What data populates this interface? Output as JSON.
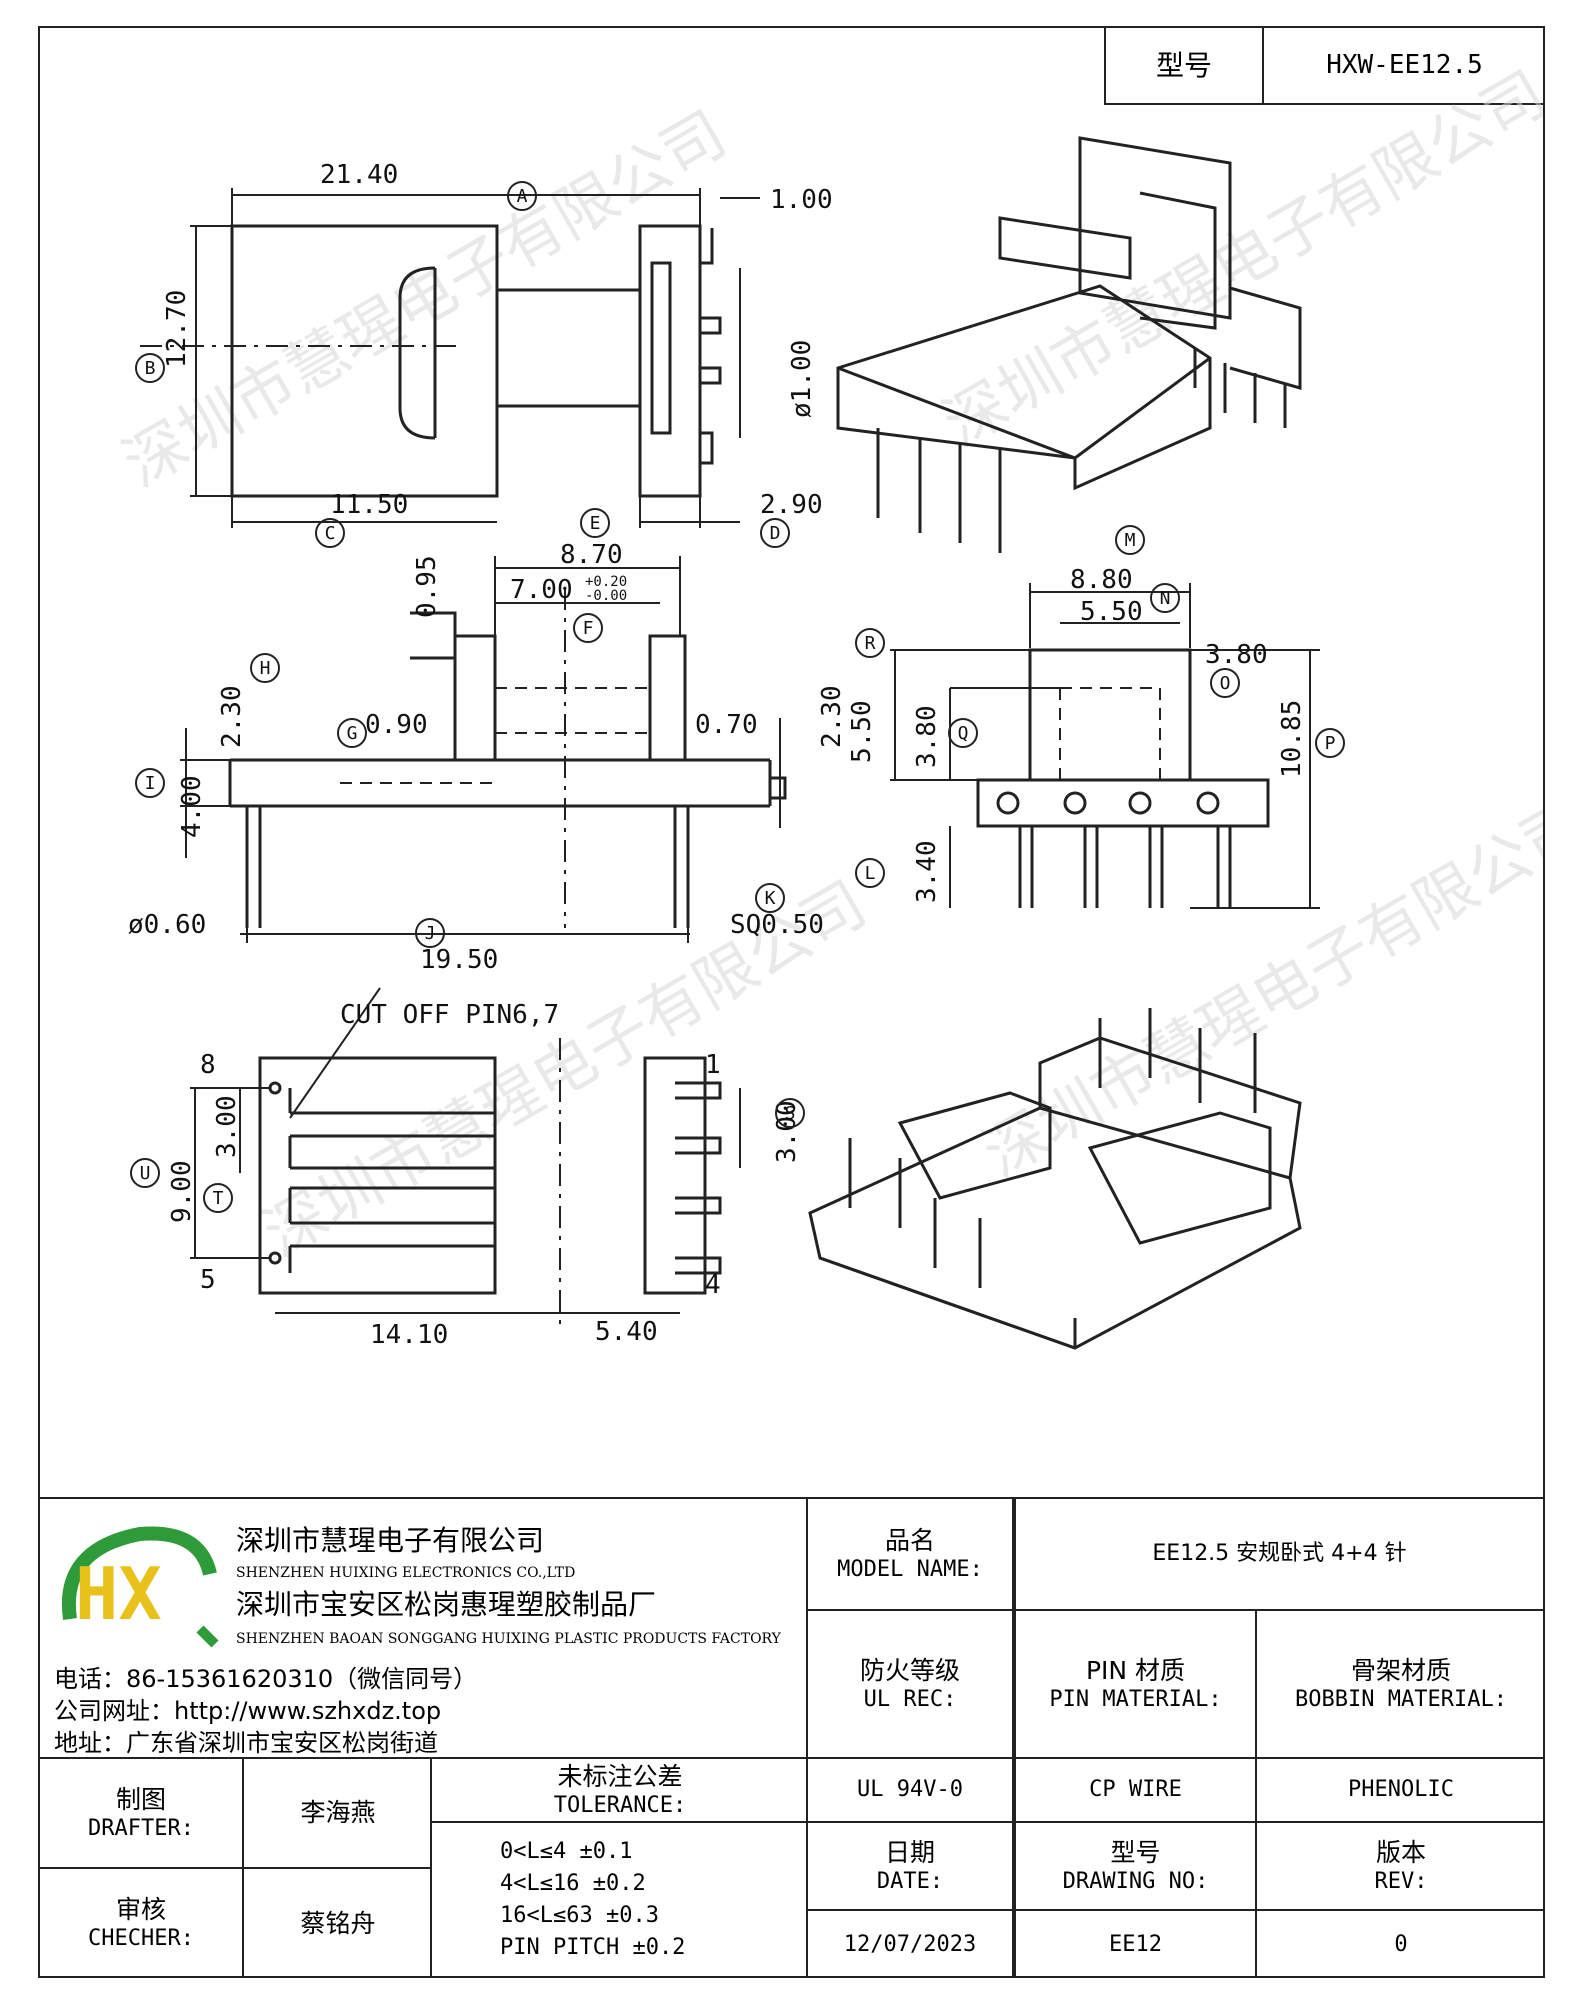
{
  "header": {
    "model_label": "型号",
    "model_value": "HXW-EE12.5"
  },
  "drawing": {
    "top_view": {
      "width": "21.40",
      "height": "12.70",
      "flange_width": "11.50",
      "pin_pitch_top": "1.00",
      "pin_diameter": "ø1.00",
      "flange_thickness": "2.90",
      "markers": [
        "A",
        "B",
        "C",
        "D"
      ]
    },
    "side_view": {
      "dim_e": "8.70",
      "dim_f": "7.00",
      "dim_f_tol_upper": "+0.20",
      "dim_f_tol_lower": "-0.00",
      "dim_095": "0.95",
      "dim_090": "0.90",
      "dim_070": "0.70",
      "dim_230_left": "2.30",
      "dim_230_right": "2.30",
      "dim_400": "4.00",
      "pin_dia": "ø0.60",
      "pin_sq": "SQ0.50",
      "span": "19.50",
      "markers": [
        "E",
        "F",
        "G",
        "H",
        "I",
        "J",
        "K"
      ]
    },
    "end_view": {
      "dim_m": "8.80",
      "dim_n": "5.50",
      "dim_o": "3.80",
      "dim_r": "5.50",
      "dim_q": "3.80",
      "dim_p": "10.85",
      "dim_l": "3.40",
      "markers": [
        "M",
        "N",
        "O",
        "P",
        "Q",
        "R",
        "L"
      ]
    },
    "bottom_view": {
      "cut_off_note": "CUT OFF PIN6,7",
      "pin_8": "8",
      "pin_5": "5",
      "pin_4": "4",
      "pin_1": "1",
      "dim_300_left": "3.00",
      "dim_900": "9.00",
      "dim_300_right": "3.00",
      "dim_1410": "14.10",
      "dim_540": "5.40",
      "markers": [
        "U",
        "T",
        "S"
      ]
    },
    "watermark": "深圳市慧瑆电子有限公司"
  },
  "company": {
    "name_cn": "深圳市慧瑆电子有限公司",
    "name_en": "SHENZHEN HUIXING ELECTRONICS CO.,LTD",
    "factory_cn": "深圳市宝安区松岗惠瑆塑胶制品厂",
    "factory_en": "SHENZHEN BAOAN SONGGANG HUIXING PLASTIC PRODUCTS FACTORY",
    "phone": "电话：86-15361620310（微信同号）",
    "website": "公司网址：http://www.szhxdz.top",
    "address": "地址：广东省深圳市宝安区松岗街道",
    "logo_text": "HX",
    "logo_colors": {
      "green": "#2e9b3a",
      "yellow": "#e8c21a",
      "blue": "#1f5fa8"
    }
  },
  "title_block": {
    "model_name_cn": "品名",
    "model_name_en": "MODEL NAME:",
    "model_name_value": "EE12.5 安规卧式 4+4 针",
    "ul_cn": "防火等级",
    "ul_en": "UL REC:",
    "pin_mat_cn": "PIN 材质",
    "pin_mat_en": "PIN MATERIAL:",
    "bobbin_mat_cn": "骨架材质",
    "bobbin_mat_en": "BOBBIN MATERIAL:",
    "ul_value": "UL 94V-0",
    "pin_mat_value": "CP WIRE",
    "bobbin_mat_value": "PHENOLIC",
    "date_cn": "日期",
    "date_en": "DATE:",
    "drawing_no_cn": "型号",
    "drawing_no_en": "DRAWING NO:",
    "rev_cn": "版本",
    "rev_en": "REV:",
    "date_value": "12/07/2023",
    "drawing_no_value": "EE12",
    "rev_value": "0",
    "drafter_cn": "制图",
    "drafter_en": "DRAFTER:",
    "drafter_value": "李海燕",
    "checker_cn": "审核",
    "checker_en": "CHECHER:",
    "checker_value": "蔡铭舟",
    "tolerance_cn": "未标注公差",
    "tolerance_en": "TOLERANCE:",
    "tolerance_lines": [
      "0<L≤4  ±0.1",
      "4<L≤16  ±0.2",
      "16<L≤63  ±0.3",
      "PIN PITCH  ±0.2"
    ]
  }
}
